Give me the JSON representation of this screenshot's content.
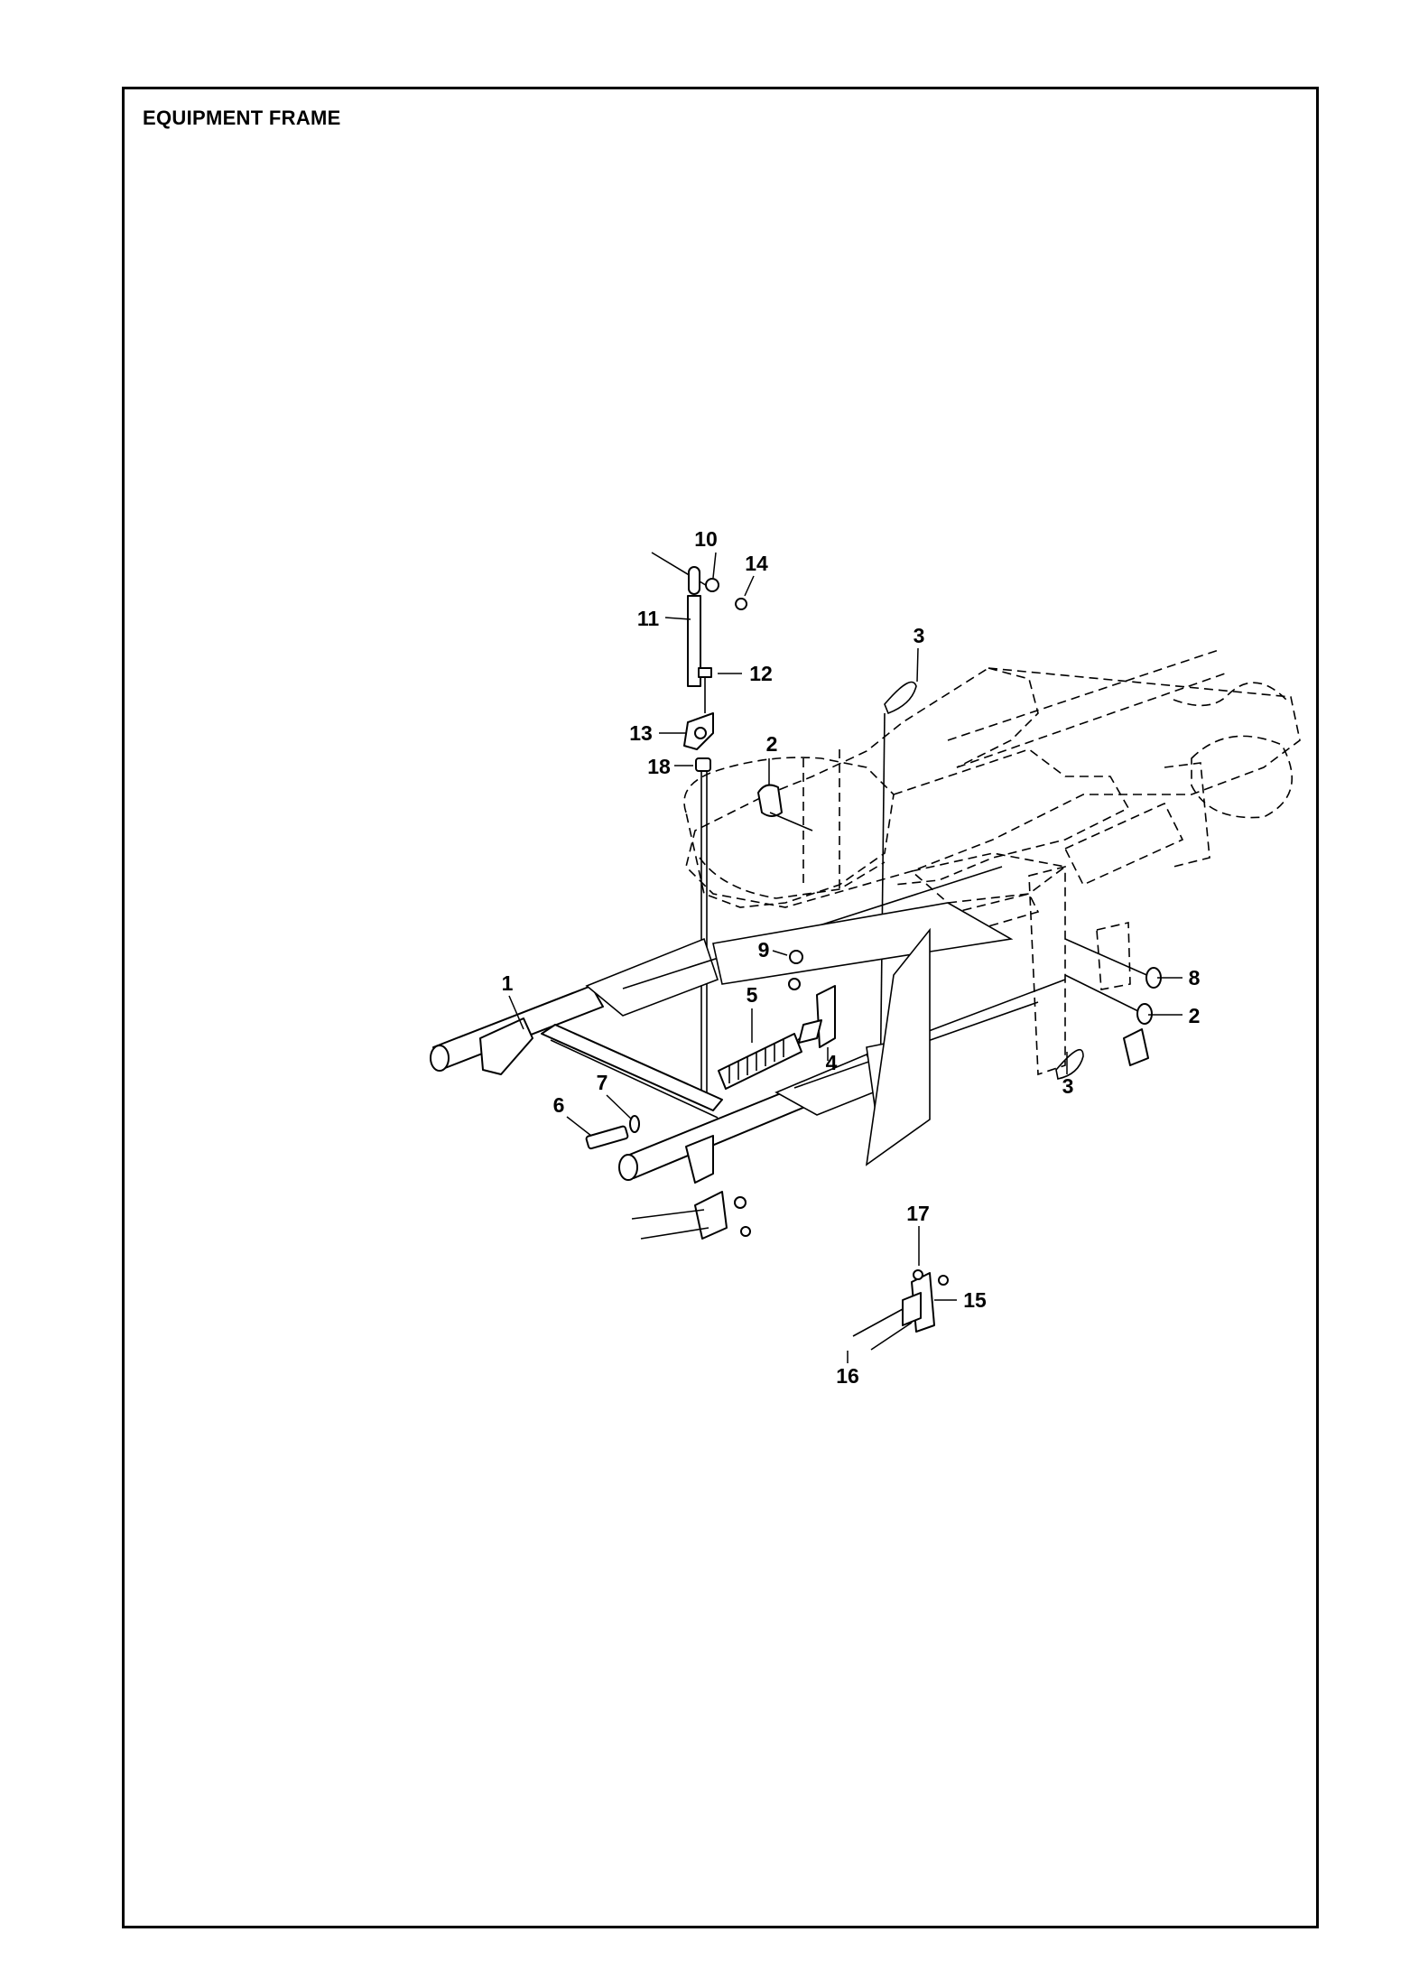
{
  "page": {
    "title": "EQUIPMENT FRAME"
  },
  "callouts": [
    {
      "id": "c10",
      "label": "10"
    },
    {
      "id": "c14",
      "label": "14"
    },
    {
      "id": "c11",
      "label": "11"
    },
    {
      "id": "c3a",
      "label": "3"
    },
    {
      "id": "c12",
      "label": "12"
    },
    {
      "id": "c13",
      "label": "13"
    },
    {
      "id": "c2a",
      "label": "2"
    },
    {
      "id": "c18",
      "label": "18"
    },
    {
      "id": "c9",
      "label": "9"
    },
    {
      "id": "c8",
      "label": "8"
    },
    {
      "id": "c1",
      "label": "1"
    },
    {
      "id": "c5",
      "label": "5"
    },
    {
      "id": "c4",
      "label": "4"
    },
    {
      "id": "c2b",
      "label": "2"
    },
    {
      "id": "c3b",
      "label": "3"
    },
    {
      "id": "c7",
      "label": "7"
    },
    {
      "id": "c6",
      "label": "6"
    },
    {
      "id": "c17",
      "label": "17"
    },
    {
      "id": "c15",
      "label": "15"
    },
    {
      "id": "c16",
      "label": "16"
    }
  ]
}
